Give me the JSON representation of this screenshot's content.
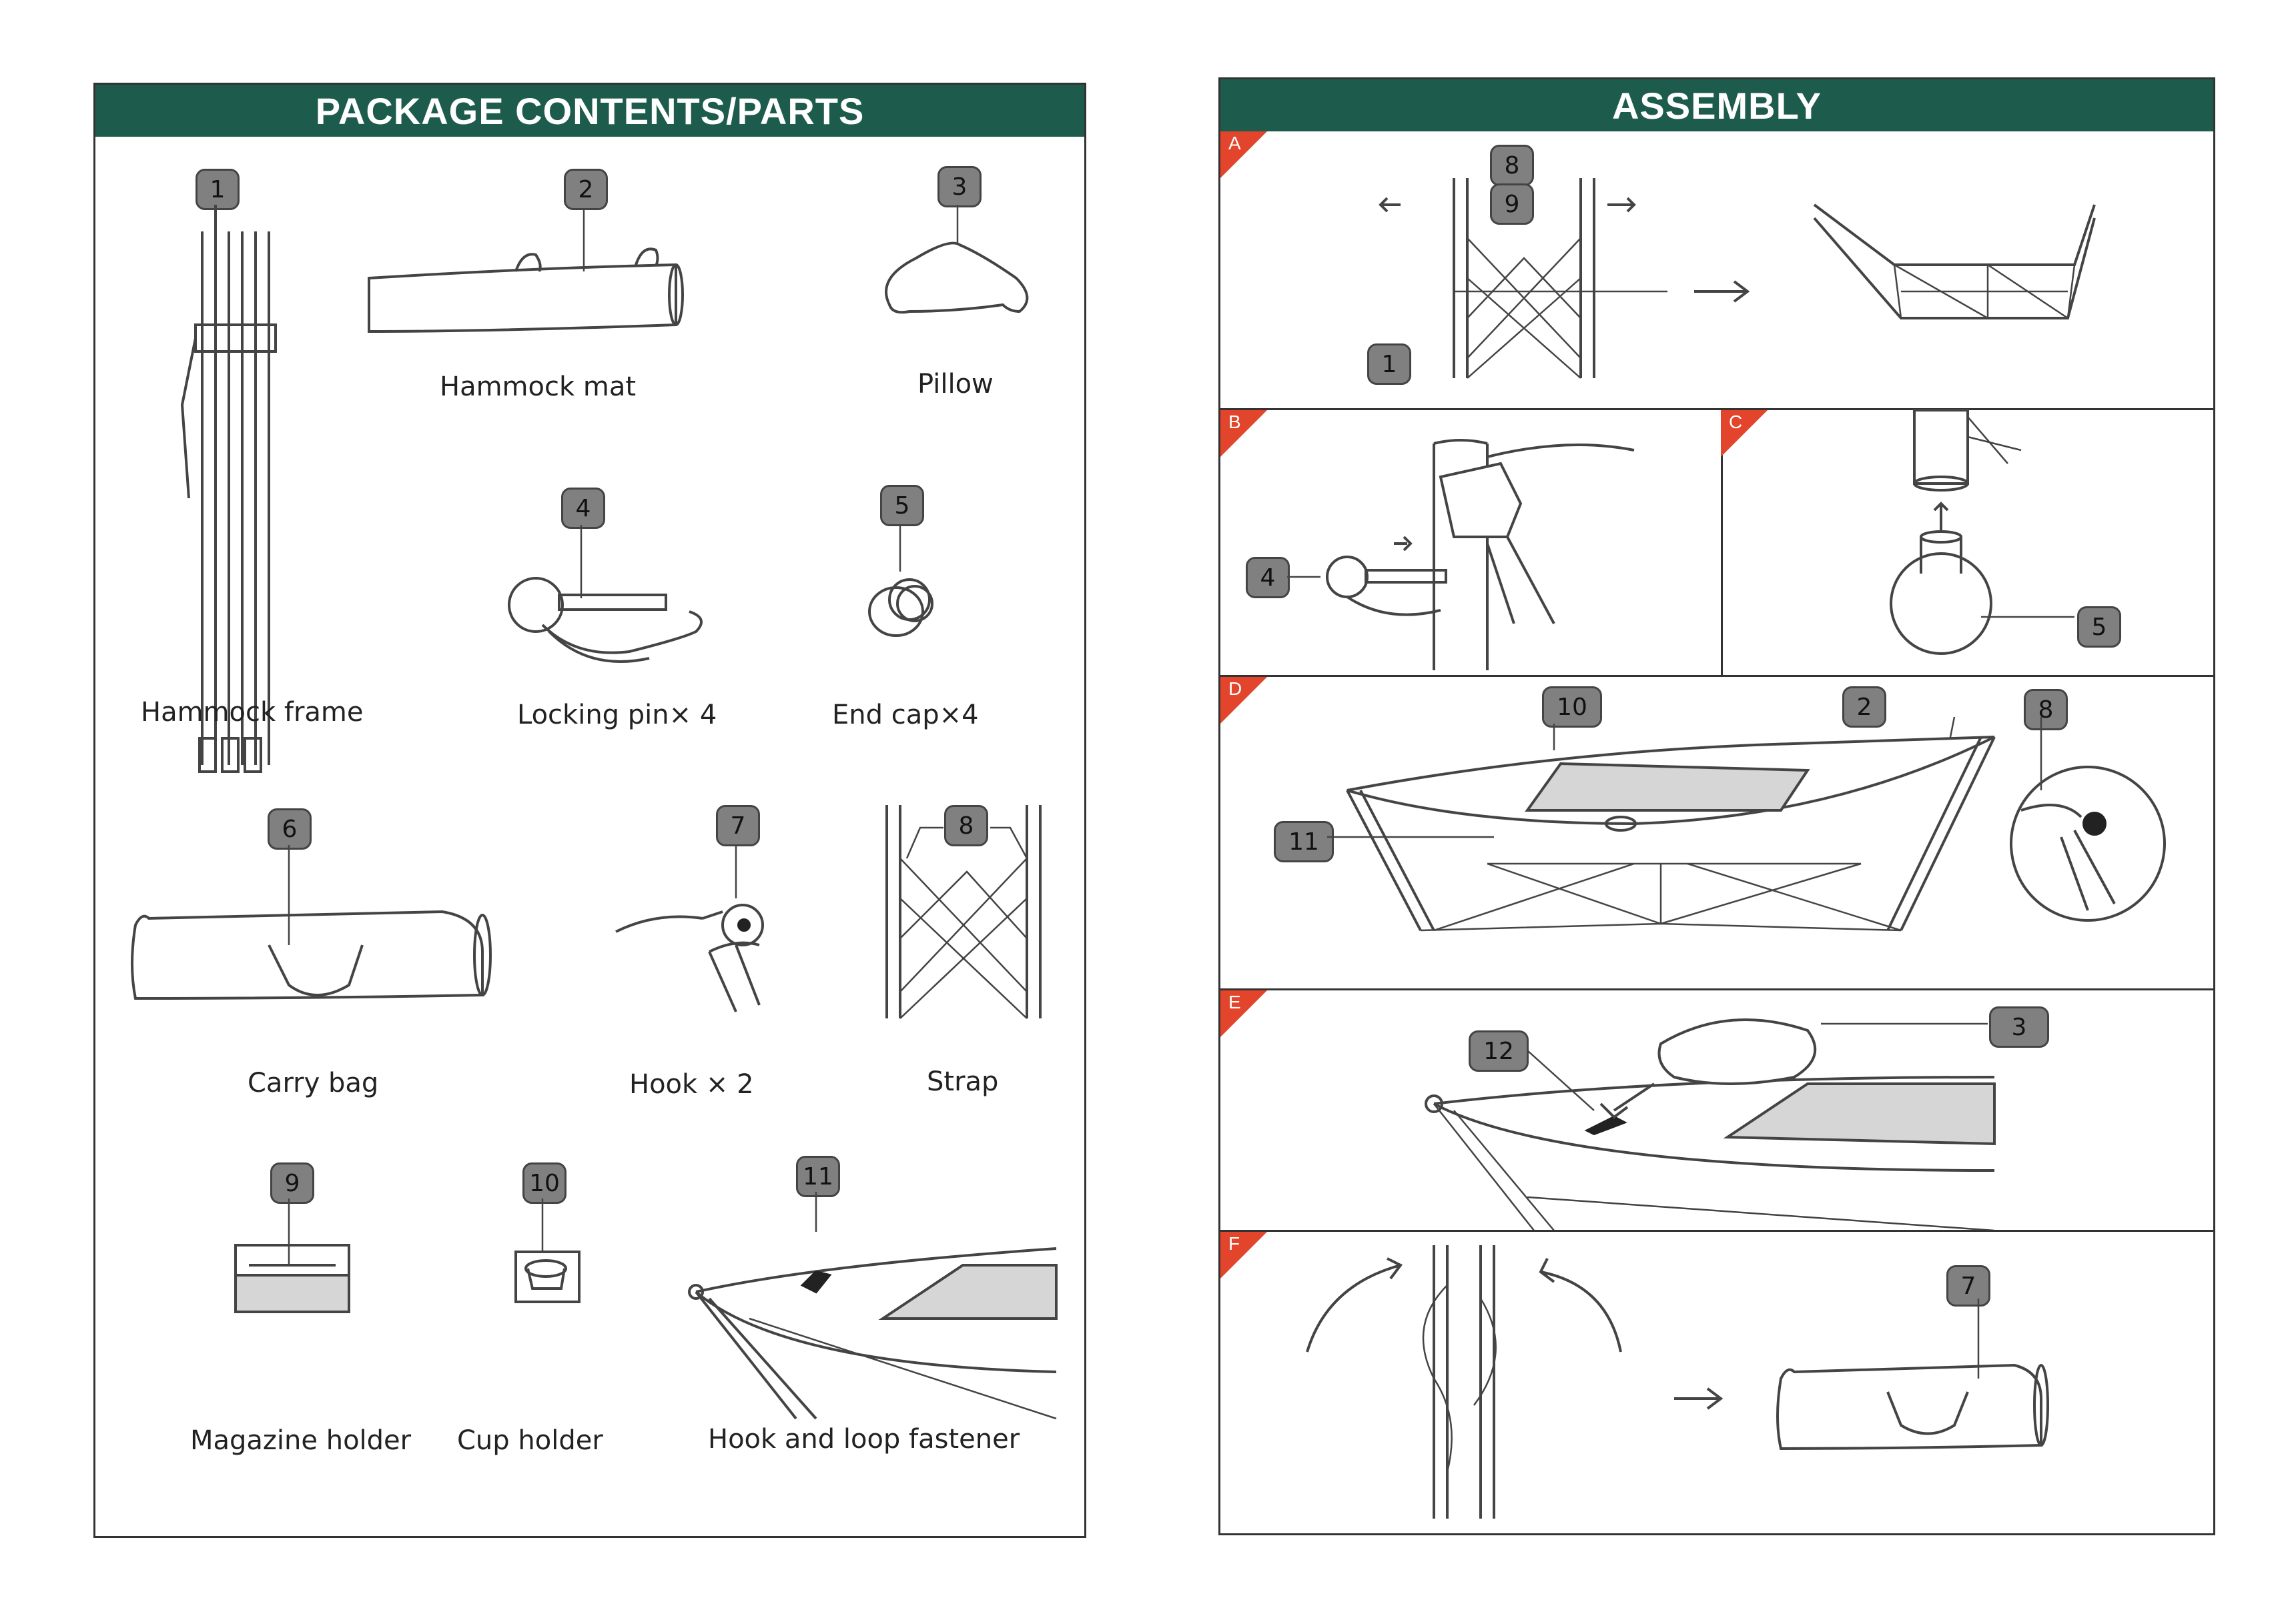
{
  "left_panel": {
    "title": "PACKAGE CONTENTS/PARTS",
    "parts": [
      {
        "num": "1",
        "name": "Hammock frame"
      },
      {
        "num": "2",
        "name": "Hammock mat"
      },
      {
        "num": "3",
        "name": "Pillow"
      },
      {
        "num": "4",
        "name": "Locking pin× 4"
      },
      {
        "num": "5",
        "name": "End cap×4"
      },
      {
        "num": "6",
        "name": "Carry bag"
      },
      {
        "num": "7",
        "name": "Hook × 2"
      },
      {
        "num": "8",
        "name": "Strap"
      },
      {
        "num": "9",
        "name": "Magazine holder"
      },
      {
        "num": "10",
        "name": "Cup holder"
      },
      {
        "num": "11",
        "name": "Hook and loop fastener"
      }
    ]
  },
  "right_panel": {
    "title": "ASSEMBLY",
    "steps": [
      {
        "letter": "A",
        "callouts": [
          "8",
          "9",
          "1"
        ]
      },
      {
        "letter": "B",
        "callouts": [
          "4"
        ]
      },
      {
        "letter": "C",
        "callouts": [
          "5"
        ]
      },
      {
        "letter": "D",
        "callouts": [
          "10",
          "2",
          "8",
          "11"
        ]
      },
      {
        "letter": "E",
        "callouts": [
          "12",
          "3"
        ]
      },
      {
        "letter": "F",
        "callouts": [
          "7"
        ]
      }
    ]
  },
  "colors": {
    "banner": "#1d5c4c",
    "step_corner": "#e2452b",
    "badge": "#808080"
  }
}
